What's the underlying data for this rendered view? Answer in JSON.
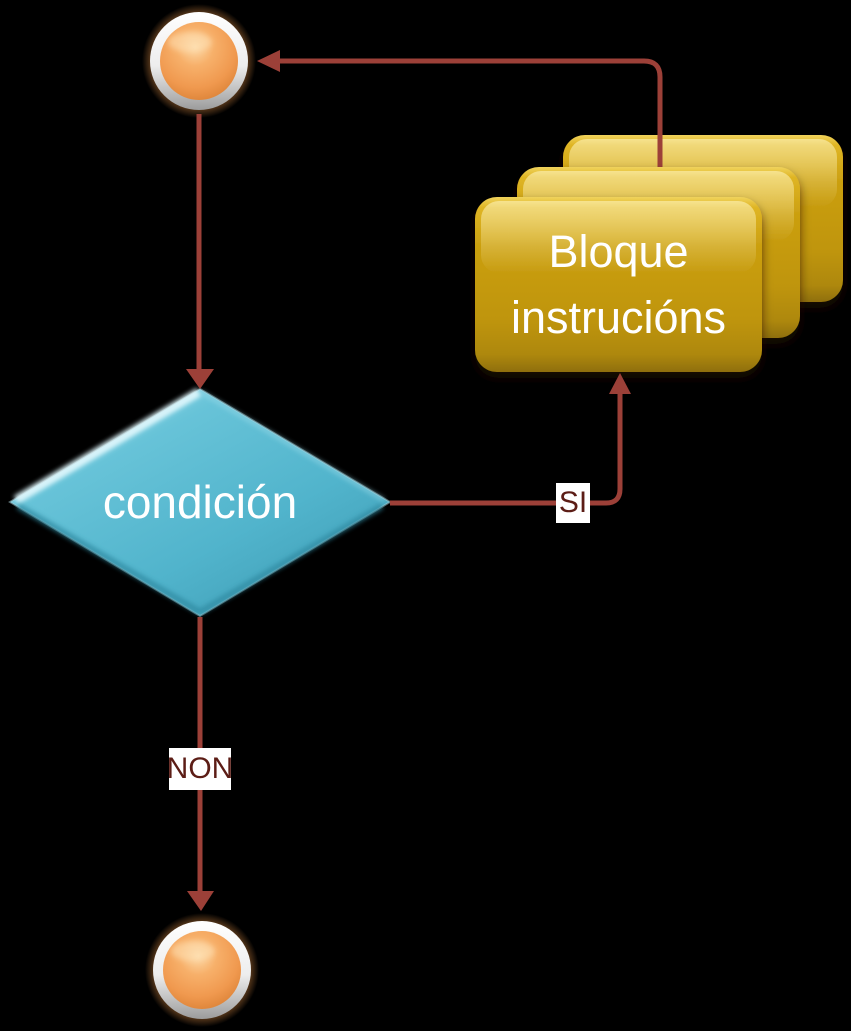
{
  "nodes": {
    "condition": {
      "label": "condición"
    },
    "instruction_block": {
      "label": "Bloque instrucións"
    }
  },
  "edges": {
    "si": {
      "label": "SI"
    },
    "non": {
      "label": "NON"
    }
  },
  "colors": {
    "background": "#000000",
    "connector": "#9C4038",
    "edge_label_text": "#5C1D16",
    "edge_label_background": "#FFFFFF",
    "diamond_fill": "#54B6CD",
    "block_fill": "#C39C0C",
    "terminator_fill": "#F09D55",
    "terminator_ring": "#FFFFFF",
    "shape_text": "#FFFFFF"
  }
}
